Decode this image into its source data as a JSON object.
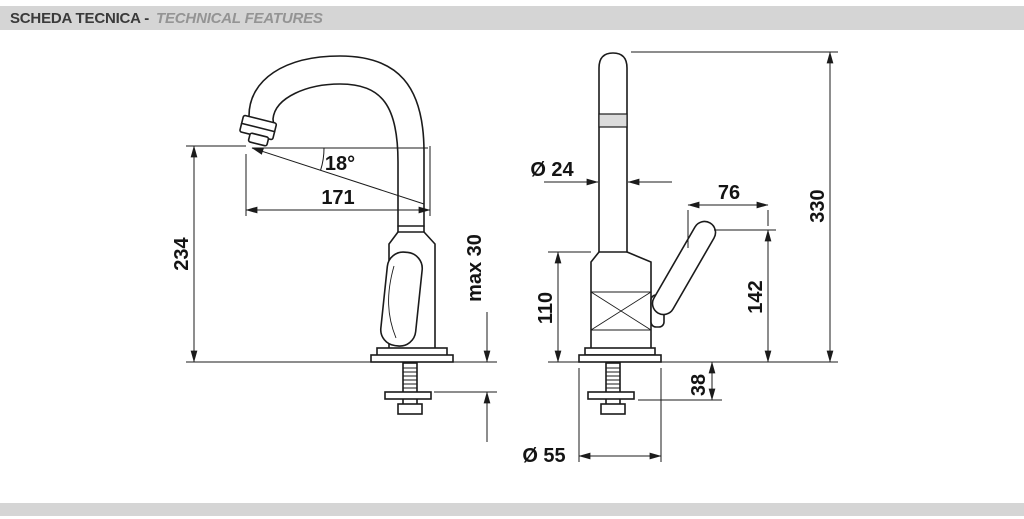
{
  "header": {
    "title_primary": "SCHEDA TECNICA -",
    "title_secondary": "TECHNICAL FEATURES"
  },
  "dims": {
    "spout_angle": "18°",
    "spout_reach": "171",
    "spout_height": "234",
    "max_thickness": "max 30",
    "pipe_diameter": "Ø 24",
    "handle_length": "76",
    "total_height": "330",
    "body_height": "110",
    "handle_height": "142",
    "under_base": "38",
    "base_diameter": "Ø 55"
  },
  "colors": {
    "bar": "#d5d5d5",
    "line": "#1b1b1b",
    "title_primary": "#3a3a3a",
    "title_secondary": "#949494"
  }
}
